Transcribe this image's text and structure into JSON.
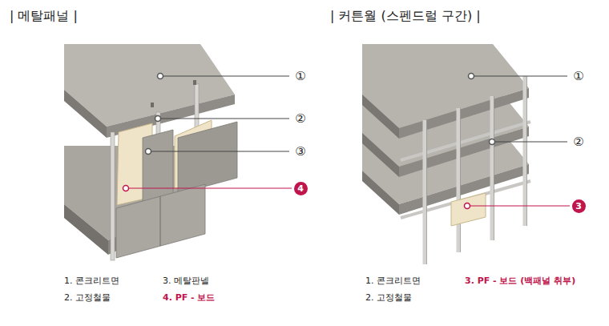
{
  "diagram": {
    "nodes": [
      {
        "text": [
          "4"
        ]
      },
      {
        "text": [
          "3"
        ]
      }
    ],
    "labels": [
      "| 메탈패널 |",
      "| 커튼월 (스펜드럴 구간) |",
      "①",
      "②",
      "③",
      "①",
      "②",
      "1. 콘크리트면",
      "2. 고정철물",
      "3. 메탈판넬",
      "4. PF - 보드",
      "1. 콘크리트면",
      "2. 고정철물",
      "3. PF - 보드 (백패널 취부)"
    ]
  }
}
